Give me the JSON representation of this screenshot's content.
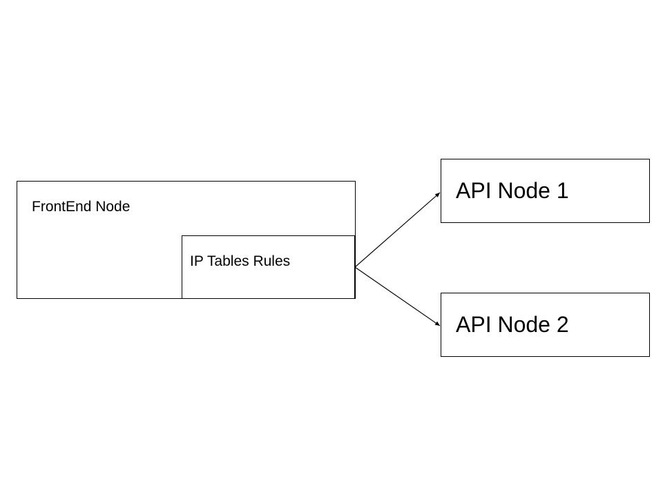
{
  "nodes": {
    "frontend": {
      "label": "FrontEnd Node"
    },
    "iptables": {
      "label": "IP Tables Rules"
    },
    "api1": {
      "label": "API Node 1"
    },
    "api2": {
      "label": "API Node 2"
    }
  },
  "edges": [
    {
      "from": "IP Tables Rules",
      "to": "API Node 1"
    },
    {
      "from": "IP Tables Rules",
      "to": "API Node 2"
    }
  ],
  "colors": {
    "stroke": "#000000",
    "background": "#ffffff"
  }
}
